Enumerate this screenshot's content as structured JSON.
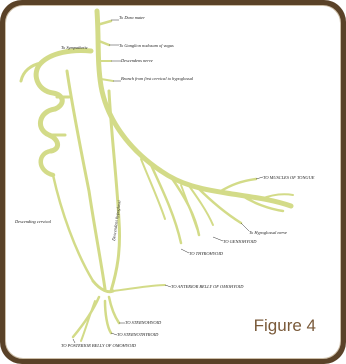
{
  "figure": {
    "caption": "Figure 4",
    "nerve_color": "#d3db88",
    "frame_color": "#5a4228"
  },
  "labels": {
    "dura_mater": "To Dura mater",
    "ganglion": "To Ganglion nodosum of vagus",
    "sympathetic": "To Sympathetic",
    "descending_nerve": "Descendens nerve",
    "branch_first_cervical": "Branch from first cervical to hypoglossal",
    "muscles_tongue": "TO MUSCLES OF TONGUE",
    "hyoglossal": "To Hypoglossal nerve",
    "genio_hyoid": "TO GENIOHYOID",
    "thyrohyoid": "TO THYROHYOID",
    "anterior_belly": "TO ANTERIOR BELLY OF OMOHYOID",
    "sternohyoid": "TO STERNOHYOID",
    "sternothyroid": "TO STERNOTHYROID",
    "posterior_belly": "TO POSTERIOR BELLY OF OMOHYOID",
    "communicating": "Descending cervical",
    "descendens_hypoglossi": "Descendens hypoglossi"
  }
}
